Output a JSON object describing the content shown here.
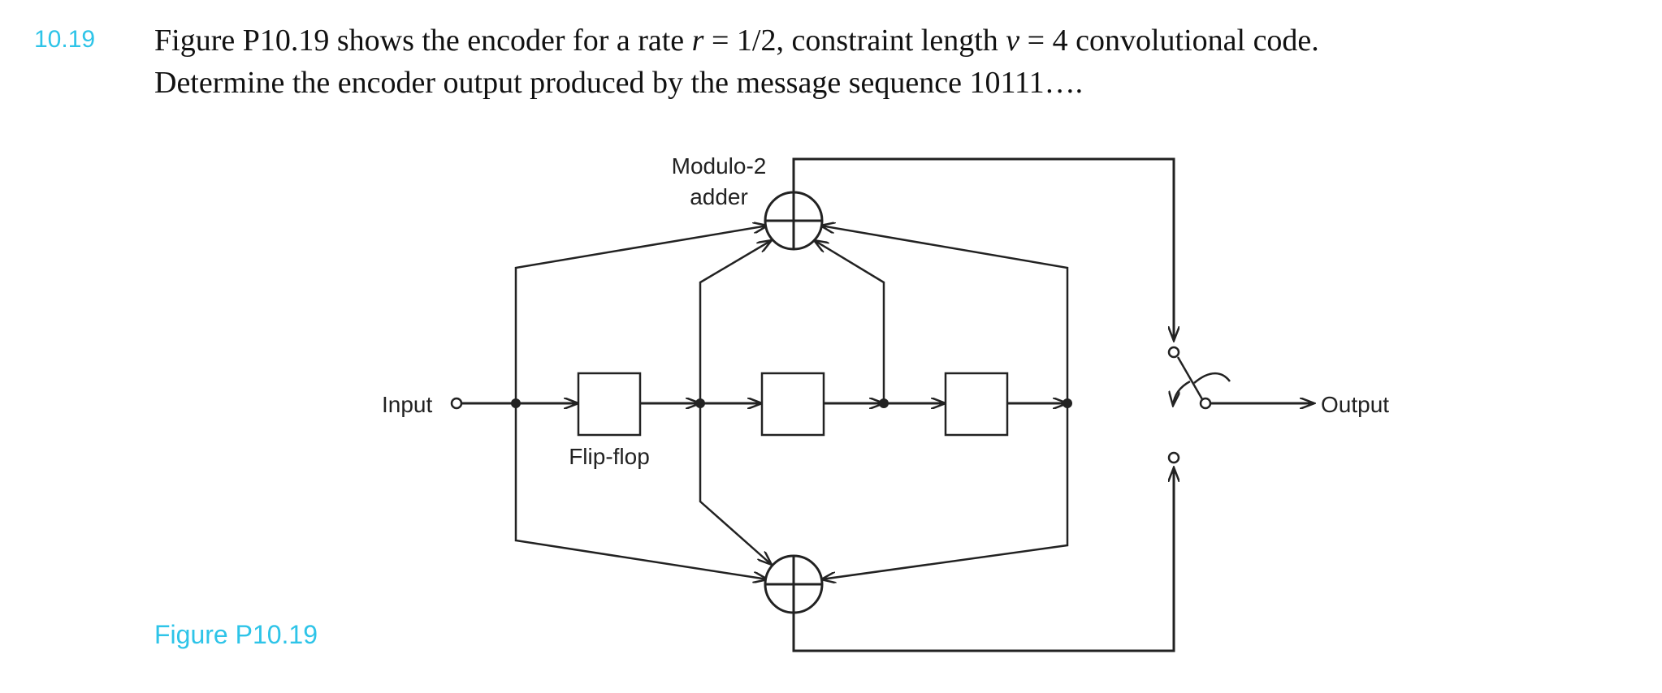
{
  "problem": {
    "number": "10.19",
    "line1_a": "Figure P10.19 shows the encoder for a rate ",
    "rate_var": "r",
    "line1_b": " = 1/2, constraint length ",
    "constraint_var": "ν",
    "line1_c": " = 4 convolutional code.",
    "line2": "Determine the encoder output produced by the message sequence 10111…."
  },
  "diagram": {
    "adder_label_1": "Modulo-2",
    "adder_label_2": "adder",
    "input_label": "Input",
    "output_label": "Output",
    "flipflop_label": "Flip-flop"
  },
  "caption": "Figure P10.19",
  "colors": {
    "accent": "#2ec4e8",
    "ink": "#222222"
  }
}
